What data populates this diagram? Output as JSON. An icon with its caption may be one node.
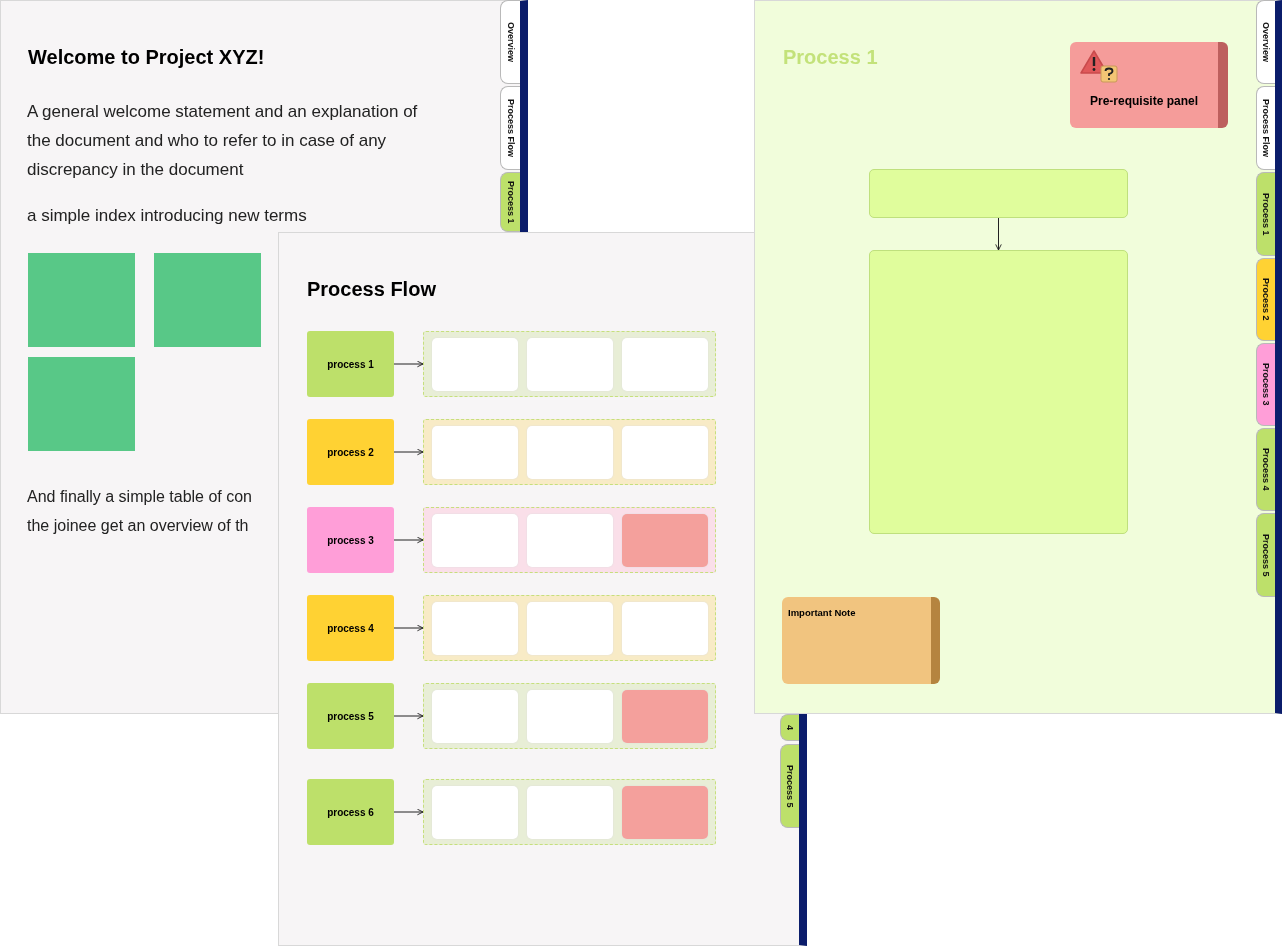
{
  "diagram": {
    "nodes": [
      {
        "text": [],
        "shape": "box"
      },
      {
        "text": [],
        "shape": "box"
      },
      {
        "text": [],
        "shape": "box"
      },
      {
        "text": [
          "Overview"
        ]
      },
      {
        "text": [
          "Process Flow"
        ]
      },
      {
        "text": [
          "Process 1"
        ]
      },
      {
        "text": [
          "process 1"
        ]
      },
      {
        "text": [],
        "shape": "box"
      },
      {
        "text": [],
        "shape": "box",
        "in": 7
      },
      {
        "text": [],
        "shape": "box",
        "in": 7
      },
      {
        "text": [],
        "shape": "box",
        "in": 7
      },
      {
        "text": [
          "process 2"
        ]
      },
      {
        "text": [],
        "shape": "box"
      },
      {
        "text": [],
        "shape": "box",
        "in": 12
      },
      {
        "text": [],
        "shape": "box",
        "in": 12
      },
      {
        "text": [],
        "shape": "box",
        "in": 12
      },
      {
        "text": [
          "process 3"
        ]
      },
      {
        "text": [],
        "shape": "box"
      },
      {
        "text": [],
        "shape": "box",
        "in": 17
      },
      {
        "text": [],
        "shape": "box",
        "in": 17
      },
      {
        "text": [],
        "shape": "box",
        "in": 17
      },
      {
        "text": [
          "process 4"
        ]
      },
      {
        "text": [],
        "shape": "box"
      },
      {
        "text": [],
        "shape": "box",
        "in": 22
      },
      {
        "text": [],
        "shape": "box",
        "in": 22
      },
      {
        "text": [],
        "shape": "box",
        "in": 22
      },
      {
        "text": [
          "process 5"
        ]
      },
      {
        "text": [],
        "shape": "box"
      },
      {
        "text": [],
        "shape": "box",
        "in": 27
      },
      {
        "text": [],
        "shape": "box",
        "in": 27
      },
      {
        "text": [],
        "shape": "box",
        "in": 27
      },
      {
        "text": [
          "process 6"
        ]
      },
      {
        "text": [],
        "shape": "box"
      },
      {
        "text": [],
        "shape": "box",
        "in": 32
      },
      {
        "text": [],
        "shape": "box",
        "in": 32
      },
      {
        "text": [],
        "shape": "box",
        "in": 32
      },
      {
        "text": [
          "4"
        ]
      },
      {
        "text": [
          "Process 5"
        ]
      },
      {
        "text": [
          "Pre-requisite panel"
        ]
      },
      {
        "text": [],
        "shape": "box"
      },
      {
        "text": [],
        "shape": "box"
      },
      {
        "text": [
          "Important Note"
        ]
      },
      {
        "text": [
          "Overview"
        ]
      },
      {
        "text": [
          "Process Flow"
        ]
      },
      {
        "text": [
          "Process 1"
        ]
      },
      {
        "text": [
          "Process 2"
        ]
      },
      {
        "text": [
          "Process 3"
        ]
      },
      {
        "text": [
          "Process 4"
        ]
      },
      {
        "text": [
          "Process 5"
        ]
      }
    ],
    "edges": [
      {
        "from": 6,
        "to": 7,
        "arrow": "to"
      },
      {
        "from": 11,
        "to": 12,
        "arrow": "to"
      },
      {
        "from": 16,
        "to": 17,
        "arrow": "to"
      },
      {
        "from": 21,
        "to": 22,
        "arrow": "to"
      },
      {
        "from": 26,
        "to": 27,
        "arrow": "to"
      },
      {
        "from": 31,
        "to": 32,
        "arrow": "to"
      },
      {
        "from": 39,
        "to": 40,
        "arrow": "to"
      }
    ],
    "labels": [
      "Welcome to Project XYZ!",
      "A general welcome statement and an explanation of the document and who to refer to in case of any discrepancy in the document",
      "a simple index introducing new terms",
      "And finally a simple table of con the joinee get an overview of th",
      "Process Flow",
      "Process 1"
    ]
  }
}
